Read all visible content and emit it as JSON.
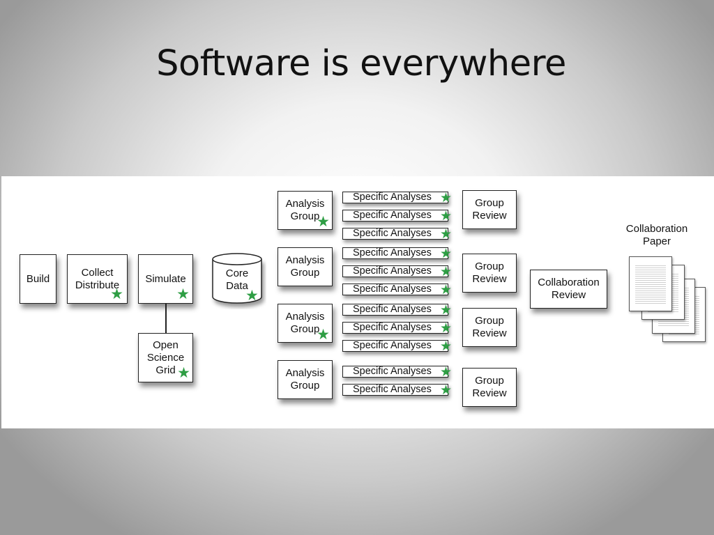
{
  "slide": {
    "title": "Software is everywhere"
  },
  "diagram": {
    "star_color": "#2e9e44",
    "star_glyph": "★",
    "pipeline": {
      "build": "Build",
      "collect": "Collect\nDistribute",
      "simulate": "Simulate",
      "osg": "Open\nScience\nGrid",
      "core_data": "Core\nData"
    },
    "analysis_groups": [
      {
        "label": "Analysis\nGroup",
        "analyses": [
          "Specific Analyses",
          "Specific Analyses",
          "Specific Analyses"
        ],
        "review": "Group\nReview"
      },
      {
        "label": "Analysis\nGroup",
        "analyses": [
          "Specific Analyses",
          "Specific Analyses",
          "Specific Analyses"
        ],
        "review": "Group\nReview"
      },
      {
        "label": "Analysis\nGroup",
        "analyses": [
          "Specific Analyses",
          "Specific Analyses",
          "Specific Analyses"
        ],
        "review": "Group\nReview"
      },
      {
        "label": "Analysis\nGroup",
        "analyses": [
          "Specific Analyses",
          "Specific Analyses"
        ],
        "review": "Group\nReview"
      }
    ],
    "collaboration_review": "Collaboration\nReview",
    "collaboration_paper": "Collaboration\nPaper"
  }
}
